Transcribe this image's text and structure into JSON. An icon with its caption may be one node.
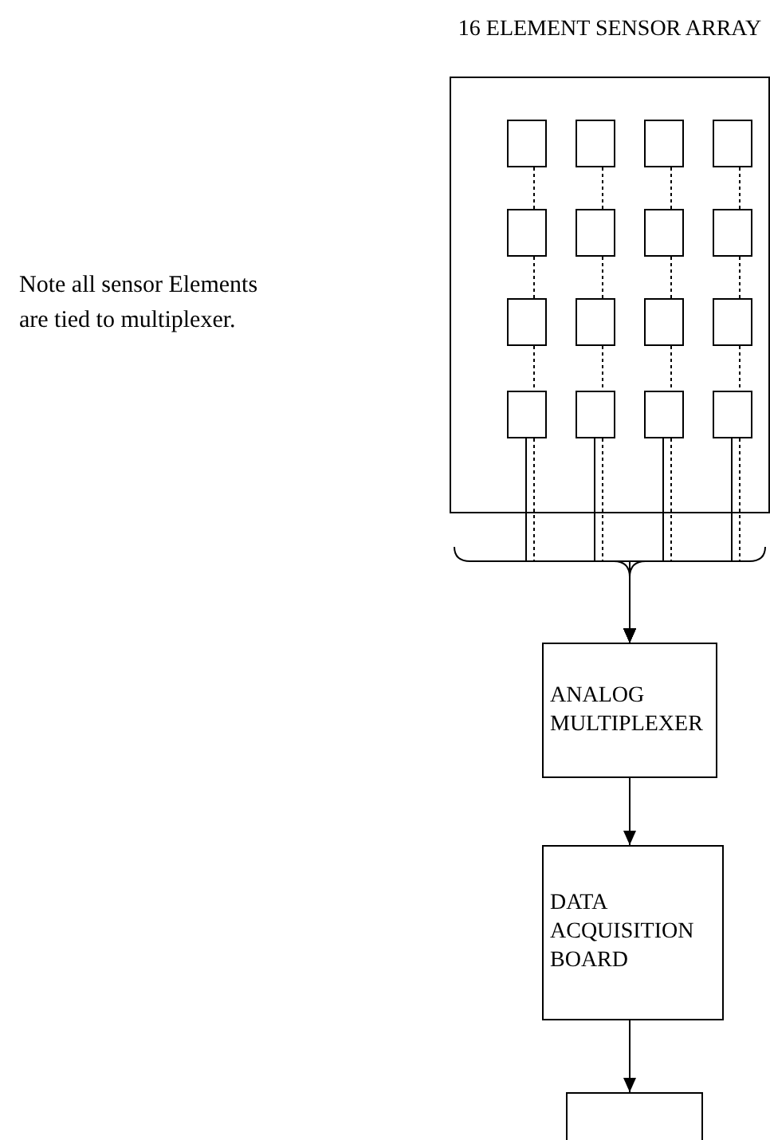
{
  "diagram": {
    "nodes": [
      {
        "text": [
          "16 ELEMENT SENSOR ARRAY"
        ]
      },
      {
        "text": [],
        "shape": "box",
        "in": 0
      },
      {
        "text": [],
        "shape": "box",
        "in": 0
      },
      {
        "text": [],
        "shape": "box",
        "in": 0
      },
      {
        "text": [],
        "shape": "box",
        "in": 0
      },
      {
        "text": [],
        "shape": "box",
        "in": 0
      },
      {
        "text": [],
        "shape": "box",
        "in": 0
      },
      {
        "text": [],
        "shape": "box",
        "in": 0
      },
      {
        "text": [],
        "shape": "box",
        "in": 0
      },
      {
        "text": [],
        "shape": "box",
        "in": 0
      },
      {
        "text": [],
        "shape": "box",
        "in": 0
      },
      {
        "text": [],
        "shape": "box",
        "in": 0
      },
      {
        "text": [],
        "shape": "box",
        "in": 0
      },
      {
        "text": [],
        "shape": "box",
        "in": 0
      },
      {
        "text": [],
        "shape": "box",
        "in": 0
      },
      {
        "text": [],
        "shape": "box",
        "in": 0
      },
      {
        "text": [],
        "shape": "box",
        "in": 0
      },
      {
        "text": [
          "ANALOG MULTIPLEXER"
        ]
      },
      {
        "text": [
          "DATA ACQUISITION BOARD"
        ]
      },
      {
        "text": [],
        "shape": "box"
      }
    ],
    "edges": [
      {
        "from": 13,
        "to": 17,
        "arrow": "to"
      },
      {
        "from": 14,
        "to": 17,
        "arrow": "to"
      },
      {
        "from": 15,
        "to": 17,
        "arrow": "to"
      },
      {
        "from": 16,
        "to": 17,
        "arrow": "to"
      },
      {
        "from": 1,
        "to": 5,
        "arrow": "none",
        "style": "dashed"
      },
      {
        "from": 5,
        "to": 9,
        "arrow": "none",
        "style": "dashed"
      },
      {
        "from": 9,
        "to": 13,
        "arrow": "none",
        "style": "dashed"
      },
      {
        "from": 13,
        "to": 17,
        "arrow": "to",
        "style": "dashed"
      },
      {
        "from": 2,
        "to": 6,
        "arrow": "none",
        "style": "dashed"
      },
      {
        "from": 6,
        "to": 10,
        "arrow": "none",
        "style": "dashed"
      },
      {
        "from": 10,
        "to": 14,
        "arrow": "none",
        "style": "dashed"
      },
      {
        "from": 14,
        "to": 17,
        "arrow": "to",
        "style": "dashed"
      },
      {
        "from": 3,
        "to": 7,
        "arrow": "none",
        "style": "dashed"
      },
      {
        "from": 7,
        "to": 11,
        "arrow": "none",
        "style": "dashed"
      },
      {
        "from": 11,
        "to": 15,
        "arrow": "none",
        "style": "dashed"
      },
      {
        "from": 15,
        "to": 17,
        "arrow": "to",
        "style": "dashed"
      },
      {
        "from": 4,
        "to": 8,
        "arrow": "none",
        "style": "dashed"
      },
      {
        "from": 8,
        "to": 12,
        "arrow": "none",
        "style": "dashed"
      },
      {
        "from": 12,
        "to": 16,
        "arrow": "none",
        "style": "dashed"
      },
      {
        "from": 16,
        "to": 17,
        "arrow": "to",
        "style": "dashed"
      },
      {
        "from": 17,
        "to": 18,
        "arrow": "to"
      },
      {
        "from": 18,
        "to": 19,
        "arrow": "to"
      }
    ],
    "labels": [
      "Note all sensor Elements are tied to multiplexer."
    ]
  }
}
